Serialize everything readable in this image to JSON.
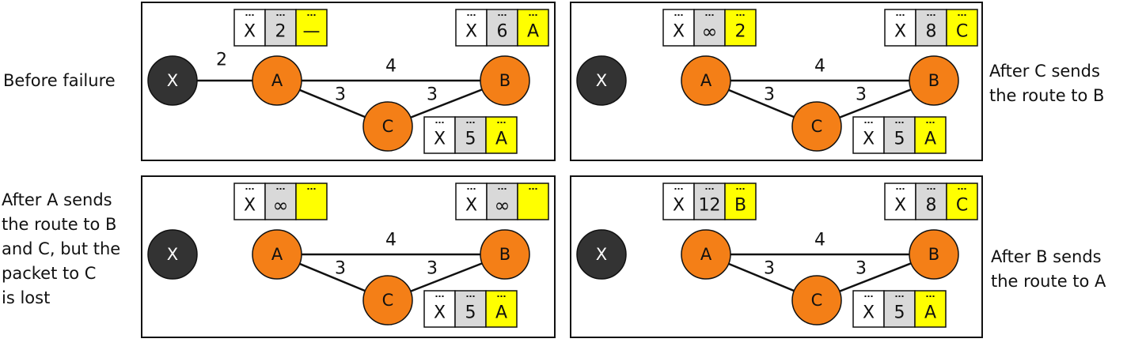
{
  "colors": {
    "node_x": "#333333",
    "node_router": "#f47f17",
    "panel_border": "#111111",
    "cell_dest": "#ffffff",
    "cell_cost": "#d9d9d9",
    "cell_next": "#ffff00",
    "line": "#111111"
  },
  "panels": [
    {
      "label_lines": [
        "Before failure"
      ],
      "nodes": {
        "X": "X",
        "A": "A",
        "B": "B",
        "C": "C"
      },
      "edges": {
        "XA": "2",
        "AB": "4",
        "AC": "3",
        "BC": "3"
      },
      "has_x_link": true,
      "tables": {
        "A": {
          "dest": "X",
          "cost": "2",
          "next": "—"
        },
        "B": {
          "dest": "X",
          "cost": "6",
          "next": "A"
        },
        "C": {
          "dest": "X",
          "cost": "5",
          "next": "A"
        }
      }
    },
    {
      "label_lines": [
        "After C sends",
        "the route to B"
      ],
      "nodes": {
        "X": "X",
        "A": "A",
        "B": "B",
        "C": "C"
      },
      "edges": {
        "XA": "",
        "AB": "4",
        "AC": "3",
        "BC": "3"
      },
      "has_x_link": false,
      "tables": {
        "A": {
          "dest": "X",
          "cost": "∞",
          "next": "2"
        },
        "B": {
          "dest": "X",
          "cost": "8",
          "next": "C"
        },
        "C": {
          "dest": "X",
          "cost": "5",
          "next": "A"
        }
      }
    },
    {
      "label_lines": [
        "After A sends",
        "the route to B",
        "and C, but the",
        "packet to C",
        "is lost"
      ],
      "nodes": {
        "X": "X",
        "A": "A",
        "B": "B",
        "C": "C"
      },
      "edges": {
        "XA": "",
        "AB": "4",
        "AC": "3",
        "BC": "3"
      },
      "has_x_link": false,
      "tables": {
        "A": {
          "dest": "X",
          "cost": "∞",
          "next": ""
        },
        "B": {
          "dest": "X",
          "cost": "∞",
          "next": ""
        },
        "C": {
          "dest": "X",
          "cost": "5",
          "next": "A"
        }
      }
    },
    {
      "label_lines": [
        "After B sends",
        "the route to A"
      ],
      "nodes": {
        "X": "X",
        "A": "A",
        "B": "B",
        "C": "C"
      },
      "edges": {
        "XA": "",
        "AB": "4",
        "AC": "3",
        "BC": "3"
      },
      "has_x_link": false,
      "tables": {
        "A": {
          "dest": "X",
          "cost": "12",
          "next": "B"
        },
        "B": {
          "dest": "X",
          "cost": "8",
          "next": "C"
        },
        "C": {
          "dest": "X",
          "cost": "5",
          "next": "A"
        }
      }
    }
  ]
}
